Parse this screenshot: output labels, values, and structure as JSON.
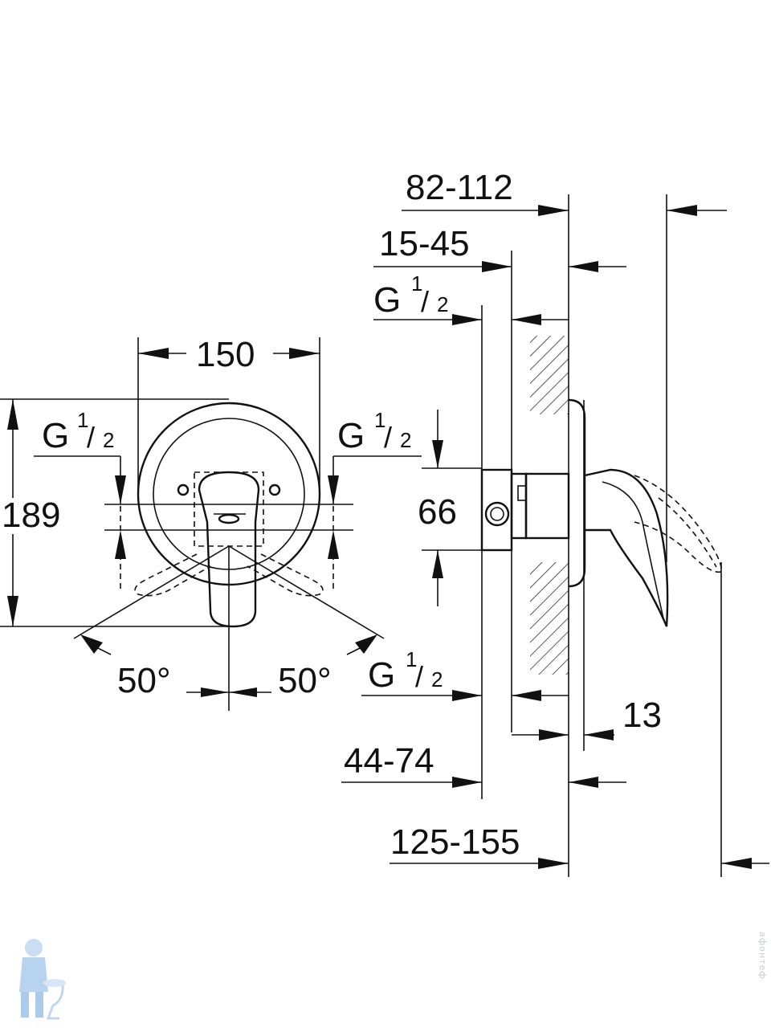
{
  "dimensions": {
    "width_150": "150",
    "height_189": "189",
    "center_66": "66",
    "angle_left": "50°",
    "angle_right": "50°",
    "outlet_left": {
      "g": "G",
      "num": "1",
      "den": "2"
    },
    "outlet_right": {
      "g": "G",
      "num": "1",
      "den": "2"
    },
    "side_top_g": {
      "g": "G",
      "num": "1",
      "den": "2"
    },
    "side_bottom_g": {
      "g": "G",
      "num": "1",
      "den": "2"
    },
    "range_82_112": "82-112",
    "range_15_45": "15-45",
    "range_44_74": "44-74",
    "range_125_155": "125-155",
    "value_13": "13"
  },
  "watermark": "афонтеф"
}
